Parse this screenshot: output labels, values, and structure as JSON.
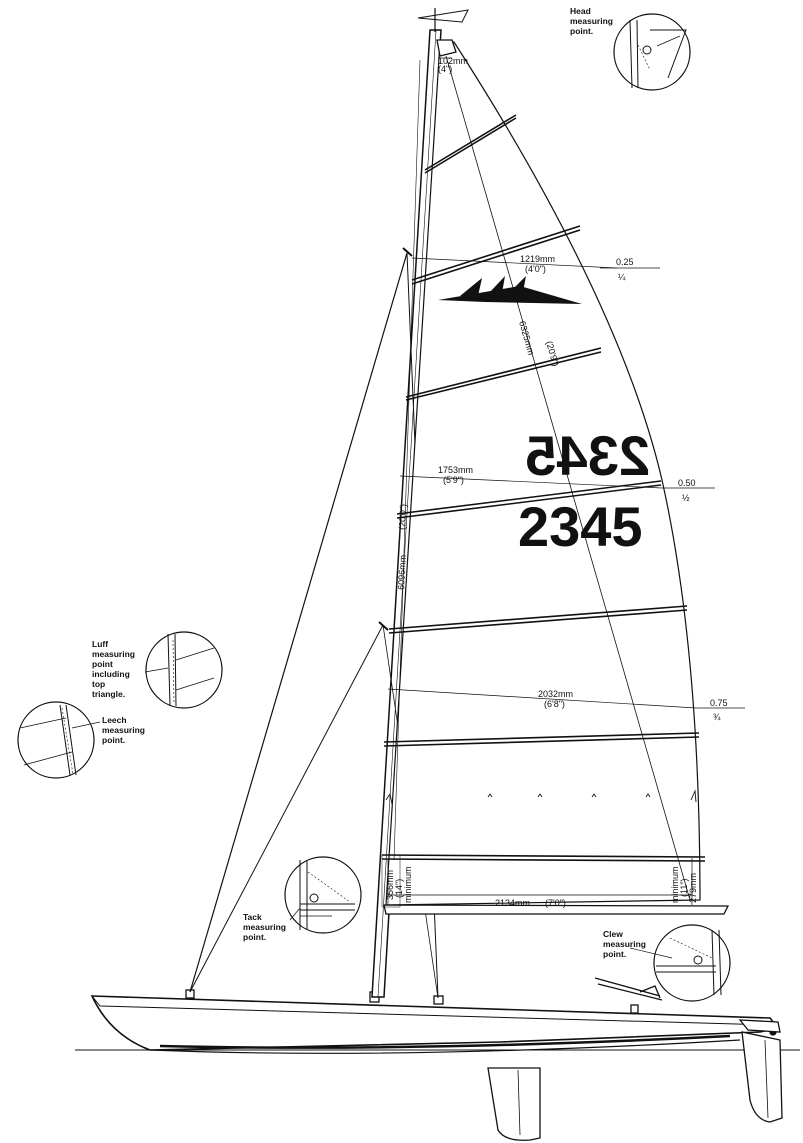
{
  "colors": {
    "ink": "#111111",
    "paper": "#ffffff"
  },
  "dimensions": {
    "head_width": {
      "mm": "102mm",
      "imp": "(4\")"
    },
    "upper_width": {
      "mm": "1219mm",
      "imp": "(4'0\")"
    },
    "mid_width": {
      "mm": "1753mm",
      "imp": "(5'9\")"
    },
    "lower_width": {
      "mm": "2032mm",
      "imp": "(6'8\")"
    },
    "diagonal": {
      "mm": "6325mm",
      "imp": "(20'9\")"
    },
    "luff": {
      "mm": "6096mm",
      "imp": "(20'0\")"
    },
    "foot": {
      "mm": "2134mm",
      "imp": "(7'0\")"
    },
    "tack_min": {
      "mm": "356mm",
      "imp": "(14\")",
      "note": "minimum"
    },
    "clew_min": {
      "mm": "279mm",
      "imp": "(11\")",
      "note": "minimum"
    }
  },
  "fractions": {
    "quarter": {
      "dec": "0.25",
      "frac": "¼"
    },
    "half": {
      "dec": "0.50",
      "frac": "½"
    },
    "three_quarter": {
      "dec": "0.75",
      "frac": "¾"
    }
  },
  "sail_number": {
    "mirrored": "2345",
    "normal": "2345"
  },
  "callouts": {
    "head": [
      "Head",
      "measuring",
      "point."
    ],
    "luff": [
      "Luff",
      "measuring",
      "point",
      "including",
      "top",
      "triangle."
    ],
    "leech": [
      "Leech",
      "measuring",
      "point."
    ],
    "tack": [
      "Tack",
      "measuring",
      "point."
    ],
    "clew": [
      "Clew",
      "measuring",
      "point."
    ]
  }
}
